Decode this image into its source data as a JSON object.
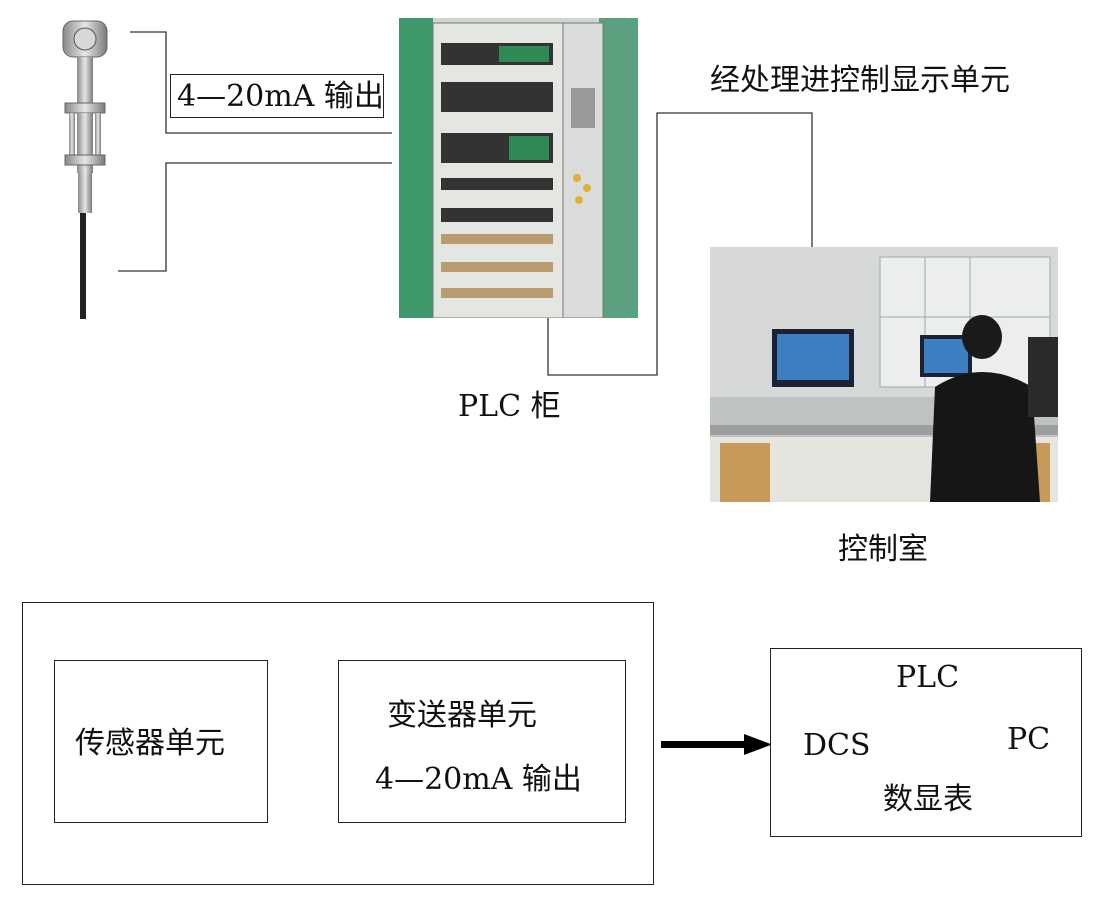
{
  "top": {
    "output_label": "4—20mA 输出",
    "processing_label": "经处理进控制显示单元",
    "plc_label": "PLC 柜",
    "control_room_label": "控制室"
  },
  "flow": {
    "sensor_unit": "传感器单元",
    "transmitter_unit": "变送器单元",
    "transmitter_output": "4—20mA 输出",
    "receivers": {
      "plc": "PLC",
      "dcs": "DCS",
      "pc": "PC",
      "display": "数显表"
    }
  },
  "pictures": [
    "flow-transmitter-photo",
    "plc-cabinet-photo",
    "control-room-photo"
  ]
}
